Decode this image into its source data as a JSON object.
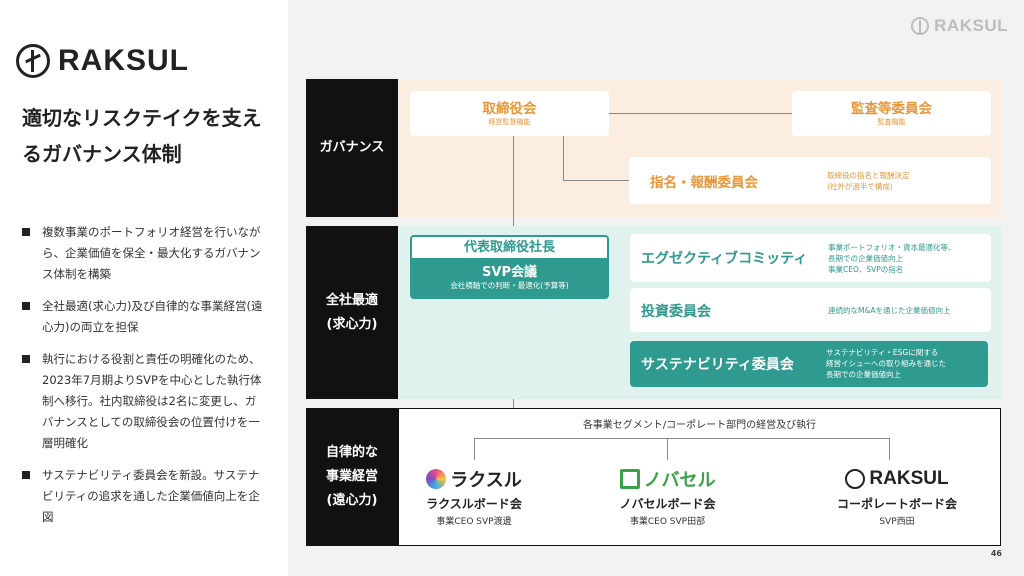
{
  "brand": {
    "name": "RAKSUL"
  },
  "slide": {
    "title": "適切なリスクテイクを支えるガバナンス体制",
    "bullets": [
      "複数事業のポートフォリオ経営を行いながら、企業価値を保全・最大化するガバナンス体制を構築",
      "全社最適(求心力)及び自律的な事業経営(遠心力)の両立を担保",
      "執行における役割と責任の明確化のため、2023年7月期よりSVPを中心とした執行体制へ移行。社内取締役は2名に変更し、ガバナンスとしての取締役会の位置付けを一層明確化",
      "サステナビリティ委員会を新設。サステナビリティの追求を通した企業価値向上を企図"
    ],
    "page_number": "46"
  },
  "diagram": {
    "governance": {
      "label": "ガバナンス",
      "board": {
        "title": "取締役会",
        "sub": "経営監督機能"
      },
      "audit": {
        "title": "監査等委員会",
        "sub": "監査機能"
      },
      "nomination": {
        "title": "指名・報酬委員会",
        "desc": "取締役の指名と報酬決定\n(社外が過半で構成)"
      }
    },
    "company": {
      "label_line1": "全社最適",
      "label_line2": "(求心力)",
      "ceo": "代表取締役社長",
      "svp": "SVP会議",
      "svp_desc": "会社横軸での判断・最適化(予算等)",
      "executive": {
        "title": "エグゼクティブコミッティ",
        "desc": "事業ポートフォリオ・資本最適化等、\n長期での企業価値向上\n事業CEO、SVPの指名"
      },
      "investment": {
        "title": "投資委員会",
        "desc": "連続的なM&Aを通じた企業価値向上"
      },
      "sustainability": {
        "title": "サステナビリティ委員会",
        "desc": "サステナビリティ・ESGに関する\n経営イシューへの取り組みを通じた\n長期での企業価値向上"
      }
    },
    "business": {
      "label_line1": "自律的な",
      "label_line2": "事業経営",
      "label_line3": "(遠心力)",
      "header": "各事業セグメント/コーポレート部門の経営及び執行",
      "boards": [
        {
          "logo": "ラクスル",
          "name": "ラクスルボード会",
          "members": "事業CEO SVP渡邊"
        },
        {
          "logo": "ノバセル",
          "name": "ノバセルボード会",
          "members": "事業CEO SVP田部"
        },
        {
          "logo": "RAKSUL",
          "name": "コーポレートボード会",
          "members": "SVP西田"
        }
      ]
    }
  },
  "colors": {
    "orange": "#e8973a",
    "teal": "#2f9a8f",
    "green": "#3aa146",
    "peach": "#fbeee0",
    "mint": "#dff2ee"
  }
}
